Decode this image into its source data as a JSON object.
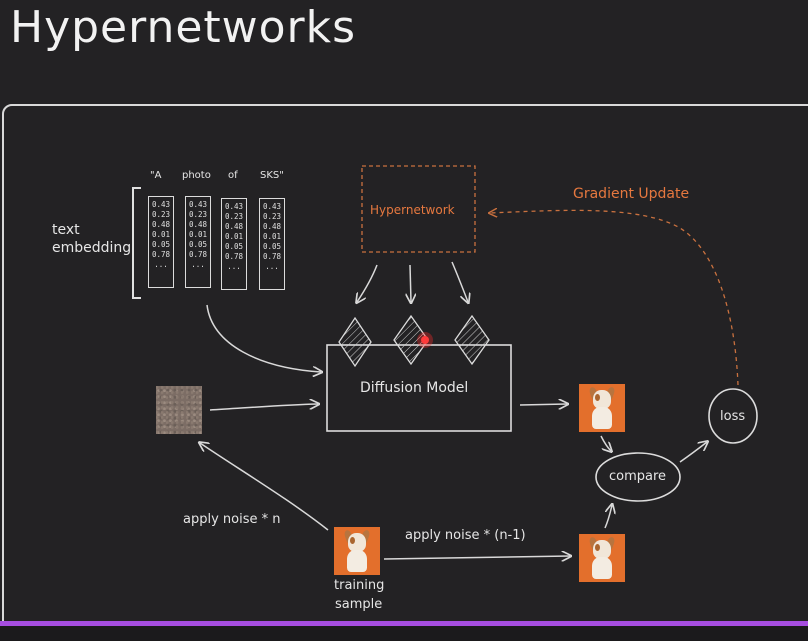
{
  "title": "Hypernetworks",
  "prompt_tokens": [
    "\"A",
    "photo",
    "of",
    "SKS\""
  ],
  "embedding_values": [
    "0.43",
    "0.23",
    "0.48",
    "0.01",
    "0.05",
    "0.78",
    "..."
  ],
  "labels": {
    "text_embedding": [
      "text",
      "embedding"
    ],
    "hypernetwork": "Hypernetwork",
    "gradient_update": "Gradient Update",
    "diffusion_model": "Diffusion Model",
    "loss": "loss",
    "compare": "compare",
    "apply_noise_n": "apply noise * n",
    "apply_noise_n_minus_1": "apply noise * (n-1)",
    "training_sample": [
      "training",
      "sample"
    ]
  },
  "colors": {
    "background": "#232224",
    "stroke": "#d9d9d9",
    "accent_orange": "#e6783f",
    "bottom_bar": "#a64de0",
    "laser_pointer": "#ff2a2a"
  }
}
